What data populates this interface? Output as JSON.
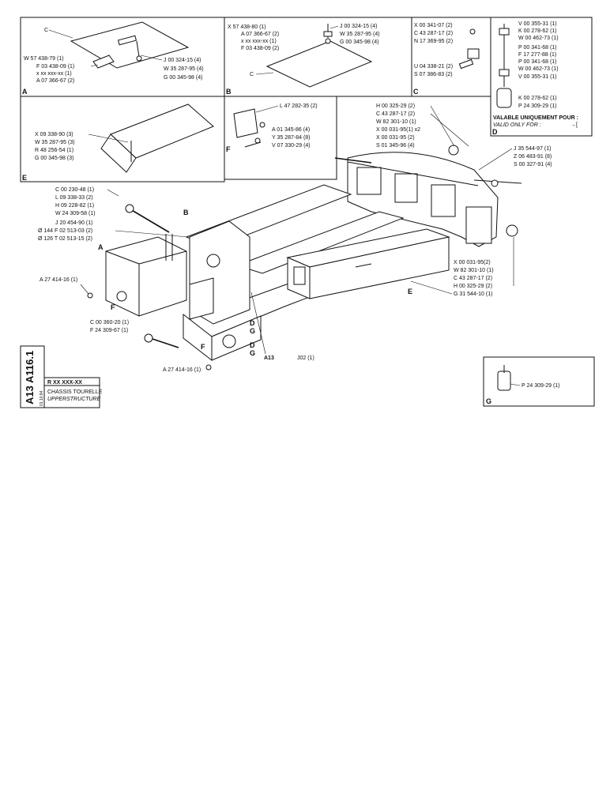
{
  "panels": {
    "A": {
      "letter": "A",
      "items": [
        {
          "code": "C",
          "t": "C"
        },
        {
          "code": "W 57 438-79 (1)"
        },
        {
          "code": "F 03 438-09 (1)"
        },
        {
          "code": "x xx xxx-xx (1)"
        },
        {
          "code": "A 07 366-67 (2)"
        },
        {
          "code": "J 00 324-15 (4)"
        },
        {
          "code": "W 35 287-95 (4)"
        },
        {
          "code": "G 00 345-98 (4)"
        }
      ]
    },
    "B": {
      "letter": "B",
      "items": [
        {
          "code": "X 57 438-80 (1)"
        },
        {
          "code": "A 07 366-67 (2)"
        },
        {
          "code": "x xx xxx-xx (1)"
        },
        {
          "code": "F 03 438-09 (2)"
        },
        {
          "code": "J 00 324-15 (4)"
        },
        {
          "code": "W 35 287-95 (4)"
        },
        {
          "code": "G 00 345-98 (4)"
        },
        {
          "code": "C"
        }
      ]
    },
    "C": {
      "letter": "C",
      "items": [
        {
          "code": "X 00 341-07 (2)"
        },
        {
          "code": "C 43 287-17 (2)"
        },
        {
          "code": "N 17 369-95 (2)"
        },
        {
          "code": "U 04 338-21 (2)"
        },
        {
          "code": "S 07 386-83 (2)"
        }
      ]
    },
    "D": {
      "letter": "D",
      "items": [
        {
          "code": "V 00 355-31 (1)"
        },
        {
          "code": "K 00 278-62 (1)"
        },
        {
          "code": "W 00 462-73 (1)"
        },
        {
          "code": "P 00 341-68 (1)"
        },
        {
          "code": "F 17 277-88 (1)"
        },
        {
          "code": "P 00 341-68 (1)"
        },
        {
          "code": "W 00 462-73 (1)"
        },
        {
          "code": "V 00 355-31 (1)"
        },
        {
          "code": "K 00 278-62 (1)"
        },
        {
          "code": "P 24 309-29 (1)"
        }
      ],
      "valid_fr": "VALABLE UNIQUEMENT POUR :",
      "valid_en": "VALID ONLY FOR :"
    },
    "E": {
      "letter": "E",
      "items": [
        {
          "code": "X 09 338-90 (3)"
        },
        {
          "code": "W 35 287-95 (3)"
        },
        {
          "code": "R 48 256-54 (1)"
        },
        {
          "code": "G 00 345-98 (3)"
        }
      ]
    },
    "F": {
      "letter": "F",
      "items": [
        {
          "code": "L 47 282-35 (2)"
        },
        {
          "code": "A 01 345-86 (4)"
        },
        {
          "code": "Y 35 287-84 (8)"
        },
        {
          "code": "V 07 330-29 (4)"
        }
      ]
    },
    "G": {
      "letter": "G",
      "items": [
        {
          "code": "P 24 309-29 (1)"
        }
      ]
    }
  },
  "main_labels": {
    "top_right": [
      "H 00 325-29 (2)",
      "C 43 287-17 (2)",
      "W 82 301-10 (1)",
      "X 00 031-95(1) x2",
      "X 00 031-95 (2)",
      "S 01 345-96 (4)"
    ],
    "right_top": [
      "J 35 544-97 (1)",
      "Z 06 483-91 (8)",
      "S 00 327-91 (4)"
    ],
    "right_bottom": [
      "X 00 031-95(2)",
      "W 82 301-10 (1)",
      "C 43 287-17 (2)",
      "H 00 325-29 (2)",
      "G 31 544-10 (1)"
    ],
    "left_top": [
      "C 00 230-48 (1)",
      "L 09 338-33 (2)",
      "H 09 228-82 (1)",
      "W 24 309-58 (1)",
      "J 20 454-90 (1)",
      "Ø 144 F 02 513-03 (2)",
      "Ø 126 T 02 513-15 (2)"
    ],
    "left_mid": "A 27 414-16 (1)",
    "left_bottom": [
      "C 00 360-20 (1)",
      "F 24 309-67 (1)"
    ],
    "bottom_mid": "A 27 414-16 (1)",
    "a13": "A13",
    "j02": "J02 (1)",
    "letters": {
      "A": "A",
      "B": "B",
      "E": "E",
      "F": "F",
      "F2": "F",
      "D": "D",
      "G": "G",
      "D2": "D",
      "G2": "G"
    }
  },
  "title_block": {
    "ref": "R XX XXX-XX",
    "title_fr": "CHASSIS TOURELLE",
    "title_en": "UPPERSTRUCTURE",
    "date": "01.10.84",
    "side_ref": "A13  A116.1"
  }
}
